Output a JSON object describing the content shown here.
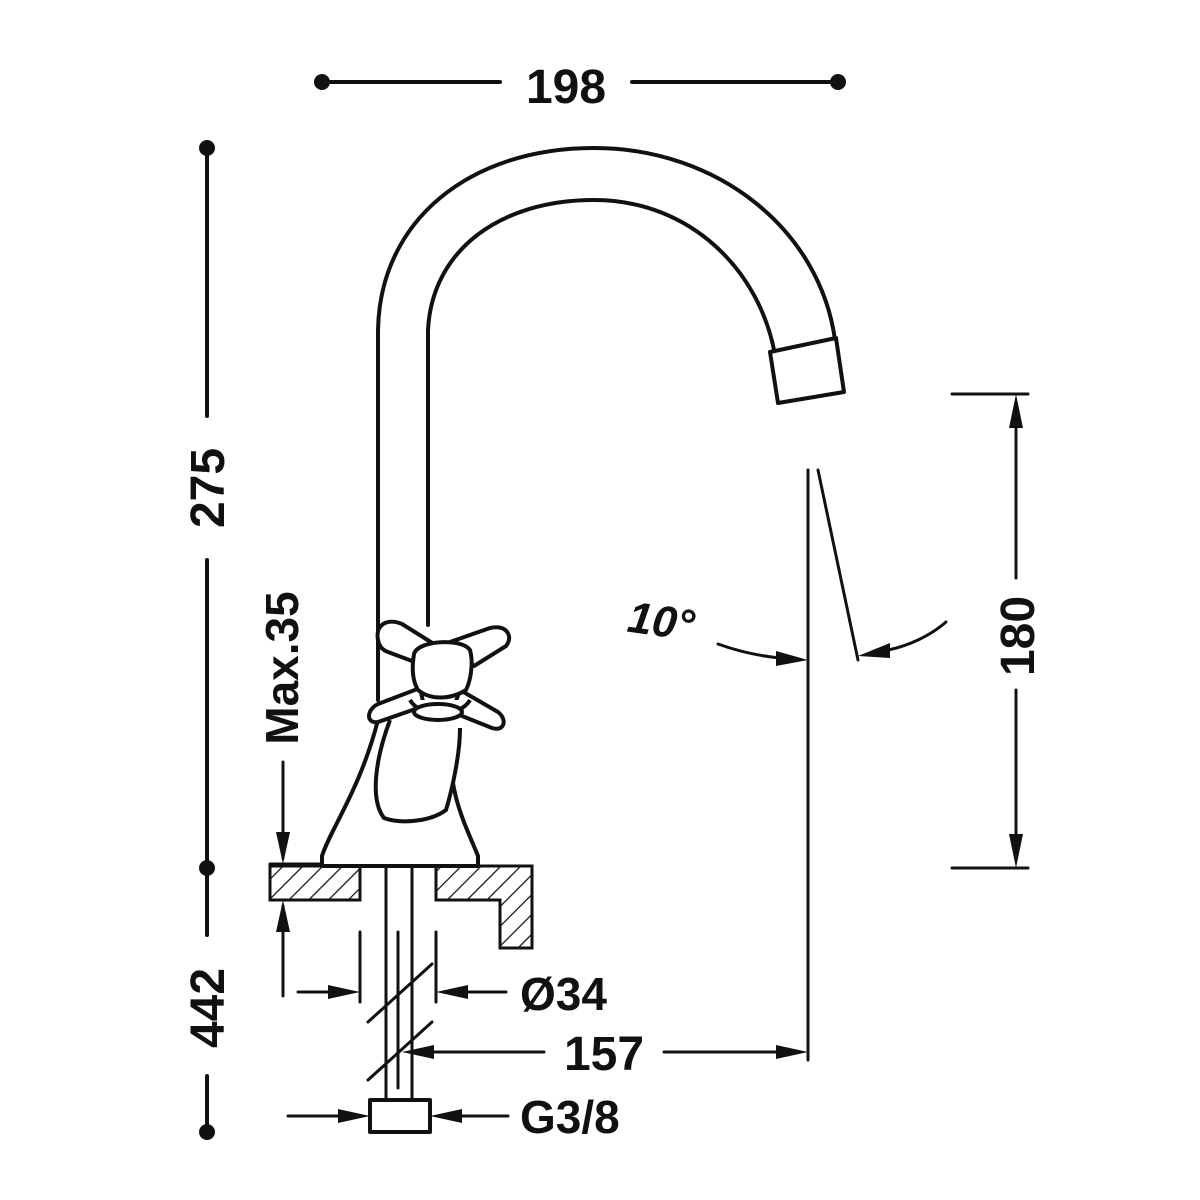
{
  "dimensions": {
    "width_top": "198",
    "height_total": "275",
    "spout_height": "180",
    "max_deck": "Max.35",
    "hole_diameter": "Ø34",
    "projection": "157",
    "connection": "G3/8",
    "below_deck": "442",
    "angle": "10°"
  },
  "colors": {
    "line": "#111111",
    "background": "#ffffff"
  }
}
